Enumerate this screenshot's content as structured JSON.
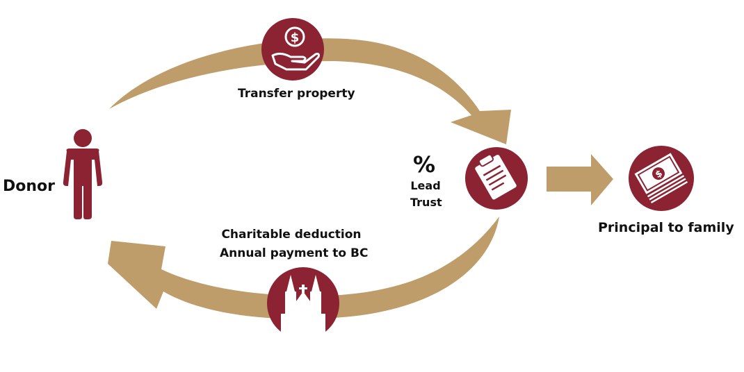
{
  "colors": {
    "accent": "#8b2332",
    "arrow": "#bf9d6a",
    "icon": "#ffffff",
    "text": "#111111"
  },
  "nodes": {
    "donor": {
      "label": "Donor",
      "icon": "person-icon"
    },
    "transfer": {
      "label": "Transfer property",
      "icon": "hand-coin-icon"
    },
    "trust": {
      "symbol": "%",
      "label_line1": "Lead",
      "label_line2": "Trust",
      "icon": "clipboard-icon"
    },
    "charity": {
      "label_line1": "Charitable deduction",
      "label_line2": "Annual payment to BC",
      "icon": "church-icon"
    },
    "family": {
      "label": "Principal to family",
      "icon": "money-icon"
    }
  }
}
